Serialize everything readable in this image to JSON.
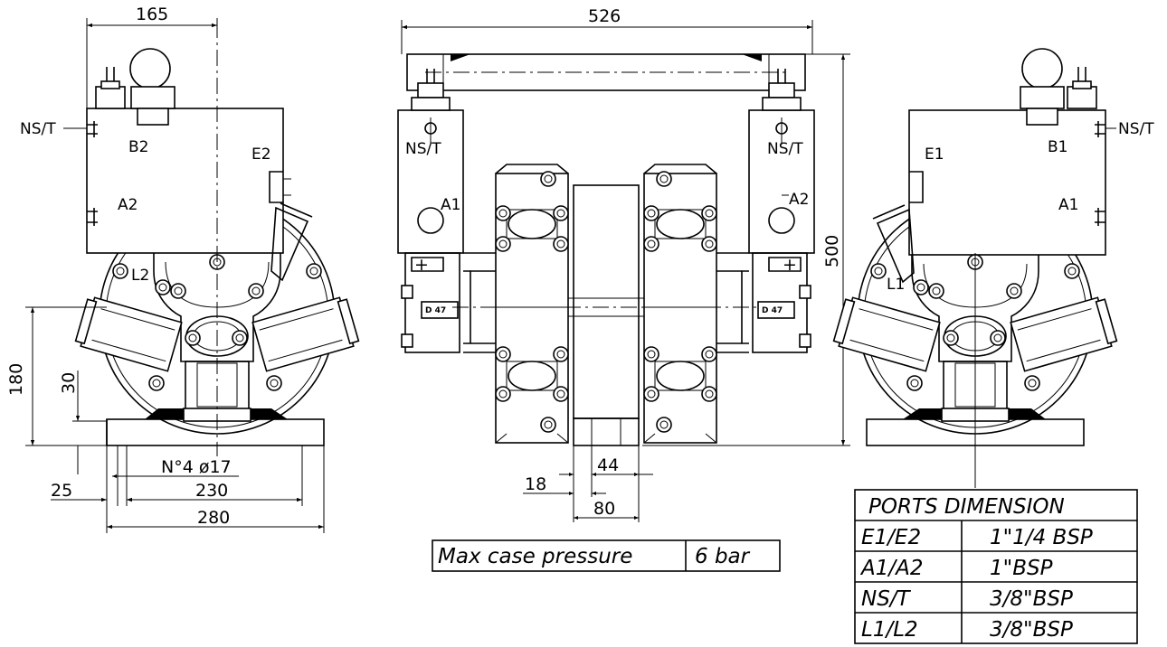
{
  "dimensions": {
    "overall_width": "526",
    "height": "500",
    "side_width": "165",
    "height_180": "180",
    "height_30": "30",
    "mount_holes": "N°4  ø17",
    "offset_25": "25",
    "hole_spacing": "230",
    "base_length": "280",
    "dim_18": "18",
    "dim_44": "44",
    "dim_80": "80"
  },
  "port_labels": {
    "left_view": {
      "nst": "NS/T",
      "b": "B2",
      "e": "E2",
      "a": "A2",
      "l": "L2"
    },
    "front_view": {
      "nst_left": "NS/T",
      "a_left": "A1",
      "nst_right": "NS/T",
      "a_right": "A2",
      "marking_left": "D 47",
      "marking_right": "D 47"
    },
    "right_view": {
      "nst": "NS/T",
      "b": "B1",
      "e": "E1",
      "a": "A1",
      "l": "L1"
    }
  },
  "pressure_note": {
    "label": "Max case pressure",
    "value": "6 bar"
  },
  "ports_table": {
    "title": "PORTS  DIMENSION",
    "rows": [
      {
        "port": "E1/E2",
        "size": "1\"1/4  BSP"
      },
      {
        "port": "A1/A2",
        "size": "1\"BSP"
      },
      {
        "port": "NS/T",
        "size": "3/8\"BSP"
      },
      {
        "port": "L1/L2",
        "size": "3/8\"BSP"
      }
    ]
  }
}
